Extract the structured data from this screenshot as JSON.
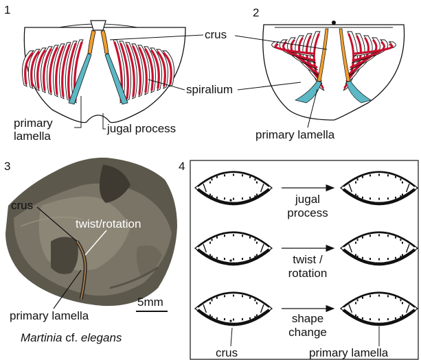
{
  "colors": {
    "lamella_red": "#c8102e",
    "crus_orange": "#f0a030",
    "jugal_teal": "#5bb8c4",
    "outline": "#111111",
    "fossil": "#6b6658"
  },
  "panels": {
    "p1": {
      "number": "1",
      "labels": {
        "crus": "crus",
        "spiralium": "spiralium",
        "primary_lamella_line1": "primary",
        "primary_lamella_line2": "lamella",
        "jugal_process": "jugal process"
      }
    },
    "p2": {
      "number": "2",
      "labels": {
        "primary_lamella": "primary lamella"
      }
    },
    "p3": {
      "number": "3",
      "labels": {
        "crus": "crus",
        "twist": "twist/rotation",
        "primary_lamella": "primary lamella",
        "scale": "5mm"
      },
      "caption": {
        "genus": "Martinia",
        "cf": " cf. ",
        "species": "elegans"
      }
    },
    "p4": {
      "number": "4",
      "rows": [
        {
          "label1": "jugal",
          "label2": "process"
        },
        {
          "label1": "twist /",
          "label2": "rotation"
        },
        {
          "label1": "shape",
          "label2": "change"
        }
      ],
      "bottom": {
        "crus": "crus",
        "primary_lamella": "primary lamella"
      }
    }
  }
}
